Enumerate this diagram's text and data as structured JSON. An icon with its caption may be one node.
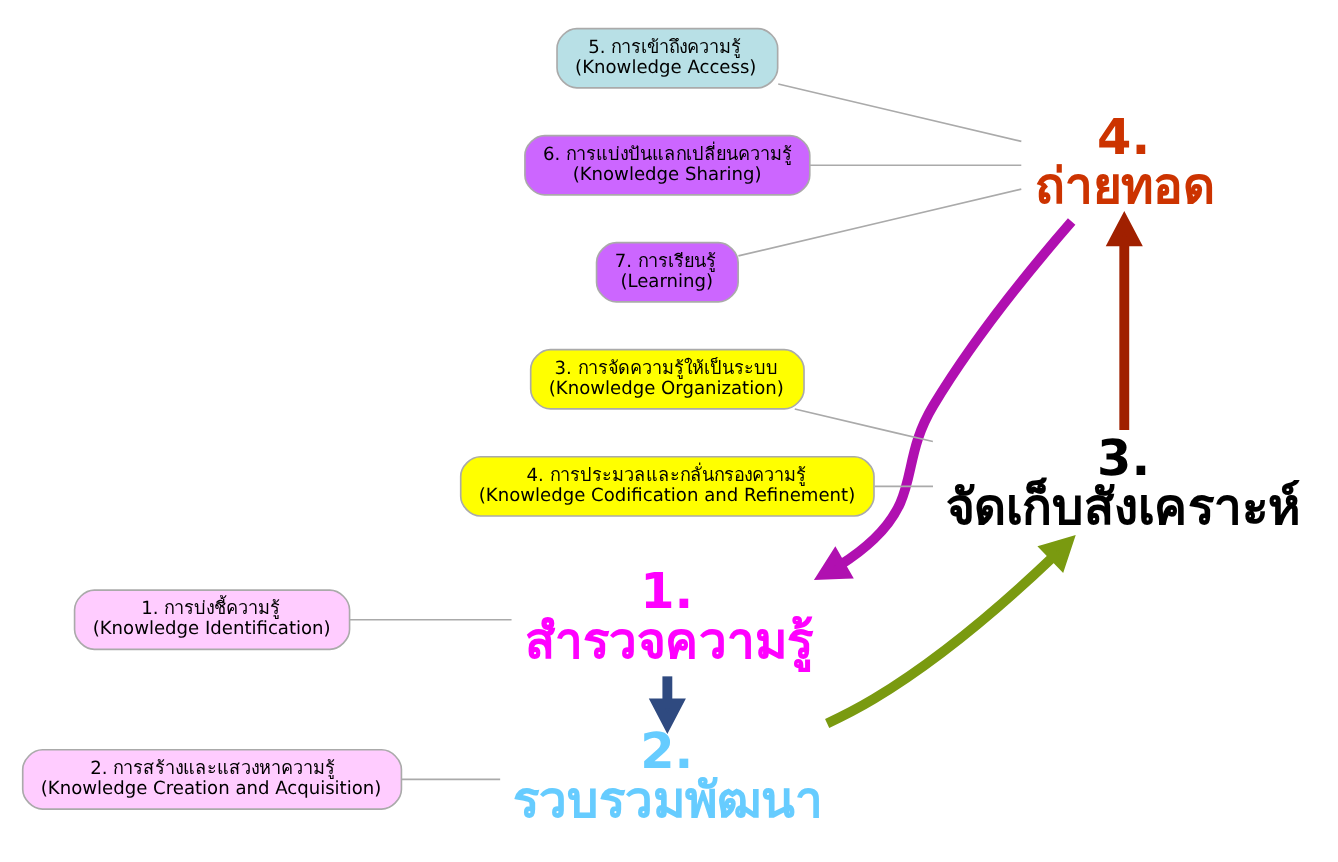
{
  "diagram": {
    "nodes": [
      {
        "text": [
          "1.",
          "สำรวจความรู้"
        ]
      },
      {
        "text": [
          "2.",
          "รวบรวมพัฒนา"
        ]
      },
      {
        "text": [
          "3.",
          "จัดเก็บสังเคราะห์"
        ]
      },
      {
        "text": [
          "4.",
          "ถ่ายทอด"
        ]
      },
      {
        "text": [
          "1. การบ่งชี้ความรู้",
          "(Knowledge Identification)"
        ]
      },
      {
        "text": [
          "2. การสร้างและแสวงหาความรู้",
          "(Knowledge Creation and Acquisition)"
        ]
      },
      {
        "text": [
          "3. การจัดความรู้ให้เป็นระบบ",
          "(Knowledge Organization)"
        ]
      },
      {
        "text": [
          "4. การประมวลและกลั่นกรองความรู้",
          "(Knowledge Codification and Refinement)"
        ]
      },
      {
        "text": [
          "5. การเข้าถึงความรู้",
          "(Knowledge Access)"
        ]
      },
      {
        "text": [
          "6. การแบ่งปันแลกเปลี่ยนความรู้",
          "(Knowledge Sharing)"
        ]
      },
      {
        "text": [
          "7. การเรียนรู้",
          "(Learning)"
        ]
      }
    ],
    "edges": [
      {
        "from": 3,
        "to": 0,
        "arrow": "to",
        "style": "thick",
        "color": "#b010b0"
      },
      {
        "from": 0,
        "to": 1,
        "arrow": "to",
        "style": "thick",
        "color": "#2f4a80"
      },
      {
        "from": 1,
        "to": 2,
        "arrow": "to",
        "style": "thick",
        "color": "#7a9a10"
      },
      {
        "from": 2,
        "to": 3,
        "arrow": "to",
        "style": "thick",
        "color": "#a02000"
      },
      {
        "from": 4,
        "to": 0,
        "arrow": "none"
      },
      {
        "from": 5,
        "to": 1,
        "arrow": "none"
      },
      {
        "from": 6,
        "to": 2,
        "arrow": "none"
      },
      {
        "from": 7,
        "to": 2,
        "arrow": "none"
      },
      {
        "from": 8,
        "to": 3,
        "arrow": "none"
      },
      {
        "from": 9,
        "to": 3,
        "arrow": "none"
      },
      {
        "from": 10,
        "to": 3,
        "arrow": "none"
      }
    ]
  }
}
